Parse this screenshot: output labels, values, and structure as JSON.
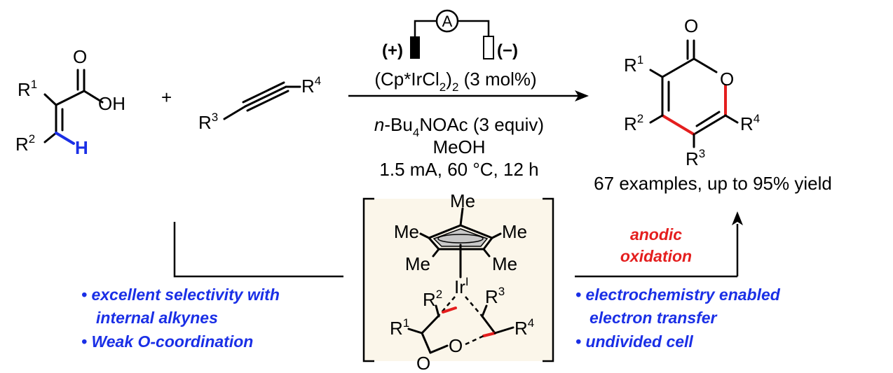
{
  "reactant_acid": {
    "carbonyl_O": "O",
    "hydroxyl": "OH",
    "sub1": "R",
    "sub1_idx": "1",
    "sub2": "R",
    "sub2_idx": "2",
    "activated_H": "H"
  },
  "plus": "+",
  "reactant_alkyne": {
    "sub3": "R",
    "sub3_idx": "3",
    "sub4": "R",
    "sub4_idx": "4"
  },
  "electrolysis": {
    "ammeter": "A",
    "anode": "(+)",
    "cathode": "(−)"
  },
  "conditions": {
    "catalyst_pre": "(Cp*IrCl",
    "catalyst_sub1": "2",
    "catalyst_mid": ")",
    "catalyst_sub2": "2",
    "catalyst_post": " (3 mol%)",
    "additive_italic": "n",
    "additive_pre": "-Bu",
    "additive_sub": "4",
    "additive_post": "NOAc (3 equiv)",
    "solvent": "MeOH",
    "params": "1.5 mA, 60 °C, 12 h"
  },
  "product": {
    "carbonyl_O": "O",
    "ring_O": "O",
    "sub1": "R",
    "sub1_idx": "1",
    "sub2": "R",
    "sub2_idx": "2",
    "sub3": "R",
    "sub3_idx": "3",
    "sub4": "R",
    "sub4_idx": "4",
    "summary": "67 examples, up to 95% yield"
  },
  "intermediate": {
    "me_top": "Me",
    "me_left": "Me",
    "me_right": "Me",
    "me_bottom_left": "Me",
    "me_bottom_right": "Me",
    "metal": "Ir",
    "metal_ox": "I",
    "sub1": "R",
    "sub1_idx": "1",
    "sub2": "R",
    "sub2_idx": "2",
    "sub3": "R",
    "sub3_idx": "3",
    "sub4": "R",
    "sub4_idx": "4",
    "carbonyl_O": "O",
    "ring_O": "O"
  },
  "step_label": {
    "line1": "anodic",
    "line2": "oxidation"
  },
  "highlights_left": [
    "• excellent selectivity with",
    "internal alkynes",
    "• Weak O-coordination"
  ],
  "highlights_right": [
    "• electrochemistry enabled",
    "electron transfer",
    "• undivided cell"
  ],
  "colors": {
    "highlight_text": "#1a2fe6",
    "new_bond": "#e41e1e",
    "ch_bond": "#1a2fe6",
    "intermediate_box": "#fbf6ea"
  }
}
